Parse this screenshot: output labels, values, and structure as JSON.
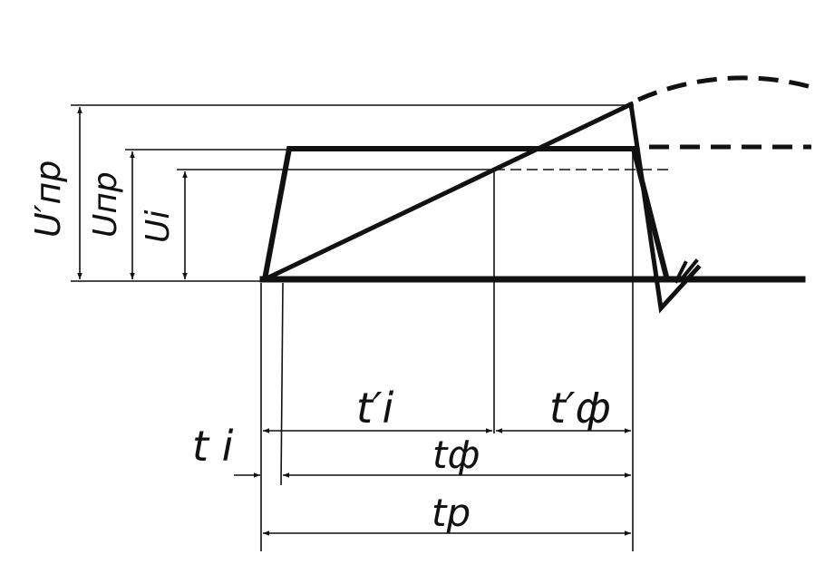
{
  "labels": {
    "u_pr_prime": "U′пр",
    "u_pr": "Uпр",
    "u_i": "Ui",
    "t_i_prime": "t′i",
    "t_f_prime": "t′ф",
    "t_i": "t i",
    "t_f": "tф",
    "t_p": "tp"
  },
  "colors": {
    "ink": "#111111",
    "paper": "#ffffff"
  }
}
